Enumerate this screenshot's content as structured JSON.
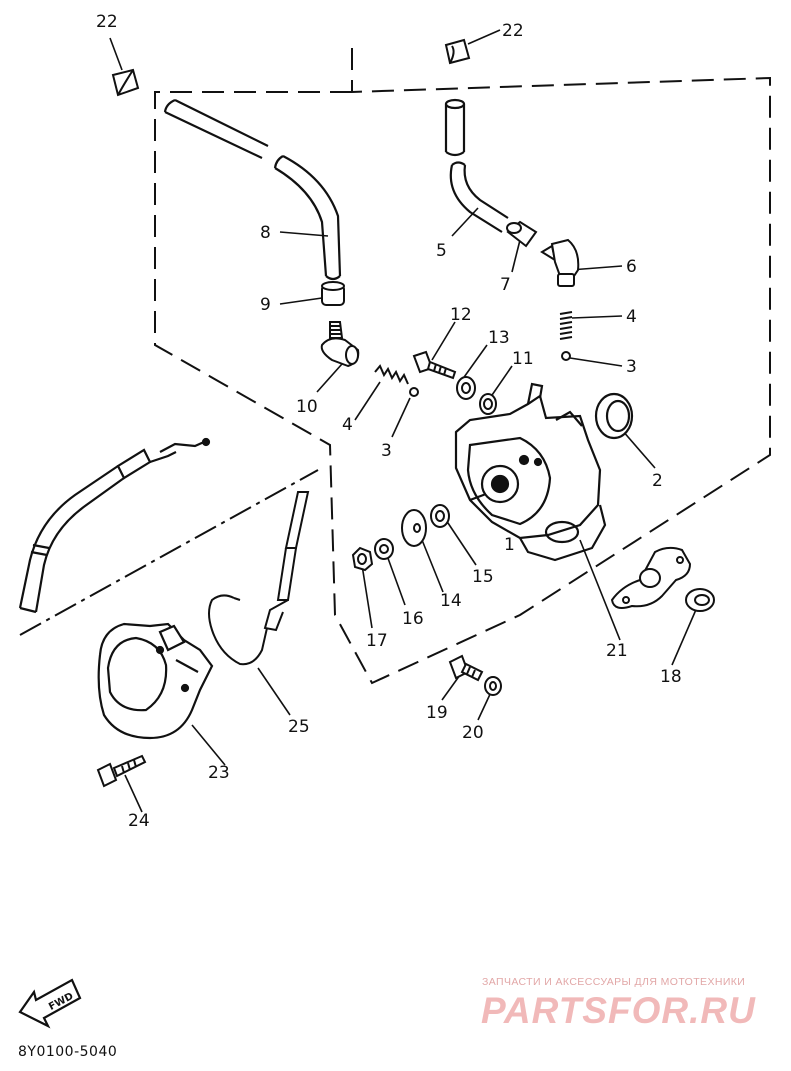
{
  "callouts": {
    "c22a": "22",
    "c22b": "22",
    "c8": "8",
    "c9": "9",
    "c10": "10",
    "c4a": "4",
    "c3a": "3",
    "c12": "12",
    "c13": "13",
    "c11": "11",
    "c5": "5",
    "c7": "7",
    "c6": "6",
    "c4b": "4",
    "c3b": "3",
    "c2": "2",
    "c1": "1",
    "c15": "15",
    "c14": "14",
    "c16": "16",
    "c17": "17",
    "c21": "21",
    "c18": "18",
    "c19": "19",
    "c20": "20",
    "c25": "25",
    "c23": "23",
    "c24": "24"
  },
  "fwd_badge": "FWD",
  "part_code": "8Y0100-5040",
  "watermark": {
    "tagline": "ЗАПЧАСТИ И АКСЕССУАРЫ ДЛЯ МОТОТЕХНИКИ",
    "logo": "PARTSFOR.RU"
  },
  "colors": {
    "ink": "#111111",
    "watermark": "#f1b9b9"
  }
}
